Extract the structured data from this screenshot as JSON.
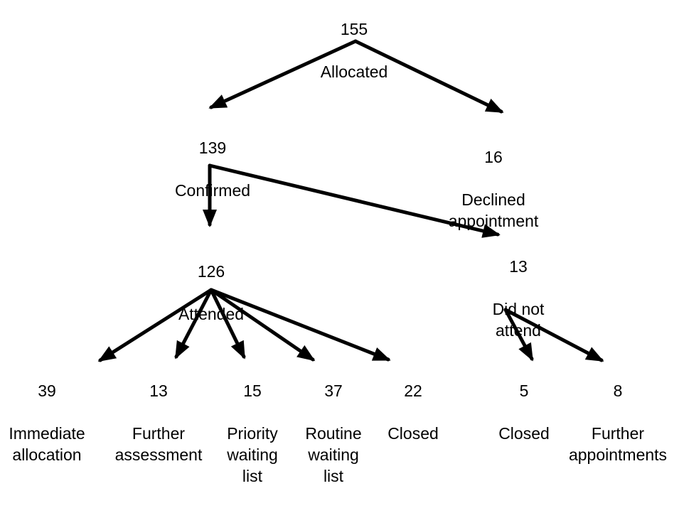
{
  "nodes": {
    "allocated": {
      "count": "155",
      "label": "Allocated"
    },
    "confirmed": {
      "count": "139",
      "label": "Confirmed"
    },
    "declined": {
      "count": "16",
      "label": "Declined\nappointment"
    },
    "attended": {
      "count": "126",
      "label": "Attended"
    },
    "did_not_attend": {
      "count": "13",
      "label": "Did not\nattend"
    },
    "immediate_allocation": {
      "count": "39",
      "label": "Immediate\nallocation"
    },
    "further_assessment": {
      "count": "13",
      "label": "Further\nassessment"
    },
    "priority_waiting": {
      "count": "15",
      "label": "Priority\nwaiting\nlist"
    },
    "routine_waiting": {
      "count": "37",
      "label": "Routine\nwaiting\nlist"
    },
    "closed_attended": {
      "count": "22",
      "label": "Closed"
    },
    "closed_dna": {
      "count": "5",
      "label": "Closed"
    },
    "further_appointments": {
      "count": "8",
      "label": "Further\nappointments"
    }
  },
  "edges": [
    [
      "allocated",
      "confirmed"
    ],
    [
      "allocated",
      "declined"
    ],
    [
      "confirmed",
      "attended"
    ],
    [
      "confirmed",
      "did_not_attend"
    ],
    [
      "attended",
      "immediate_allocation"
    ],
    [
      "attended",
      "further_assessment"
    ],
    [
      "attended",
      "priority_waiting"
    ],
    [
      "attended",
      "routine_waiting"
    ],
    [
      "attended",
      "closed_attended"
    ],
    [
      "did_not_attend",
      "closed_dna"
    ],
    [
      "did_not_attend",
      "further_appointments"
    ]
  ],
  "colors": {
    "stroke": "#000000",
    "text": "#000000",
    "background": "#ffffff"
  }
}
